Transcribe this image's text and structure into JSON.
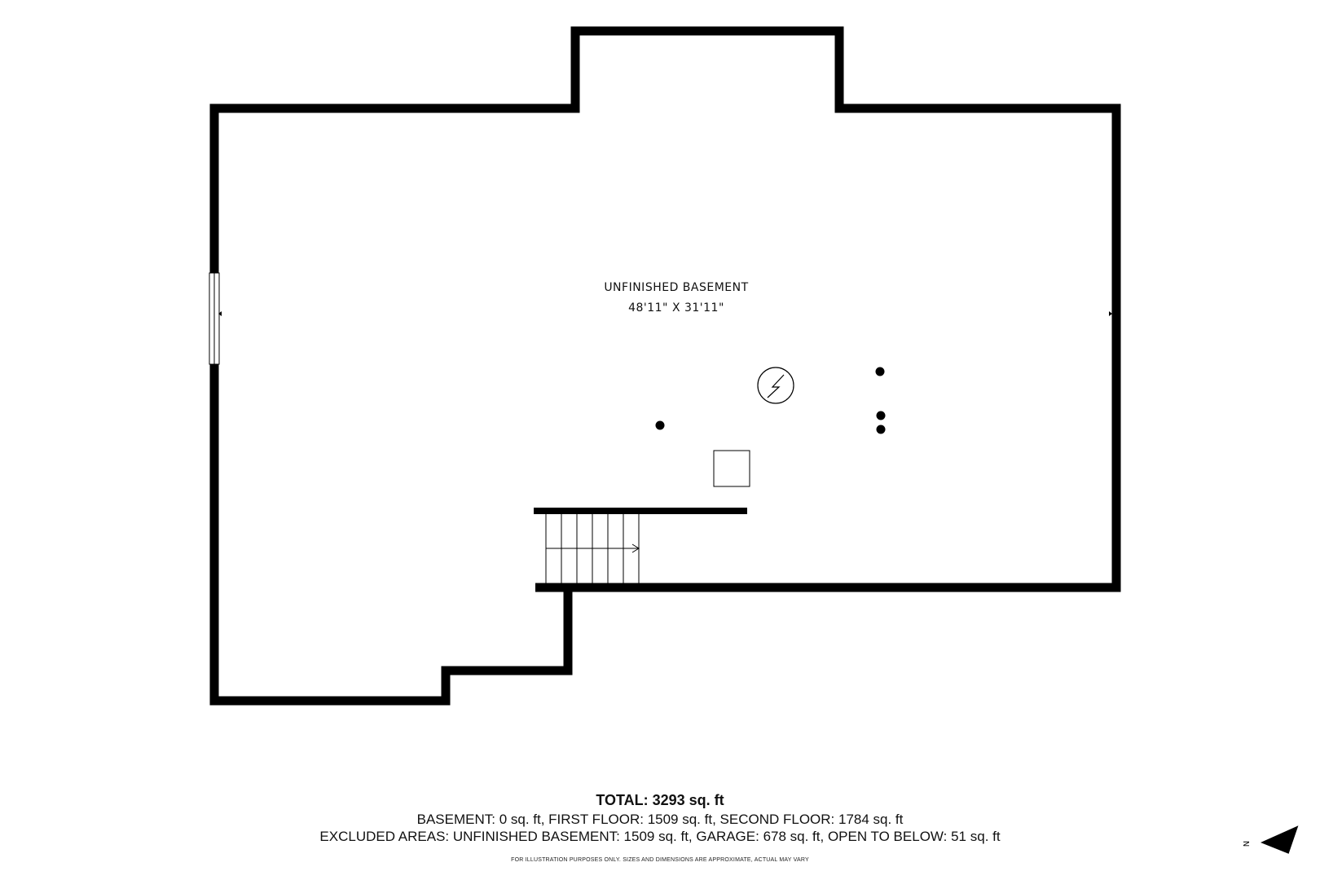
{
  "room": {
    "name": "UNFINISHED BASEMENT",
    "dimensions": "48'11\" X 31'11\""
  },
  "summary": {
    "total": "TOTAL: 3293 sq. ft",
    "floors": "BASEMENT: 0 sq. ft, FIRST FLOOR: 1509 sq. ft, SECOND FLOOR: 1784 sq. ft",
    "excluded": "EXCLUDED AREAS: UNFINISHED BASEMENT: 1509 sq. ft, GARAGE: 678 sq. ft, OPEN TO BELOW: 51 sq. ft"
  },
  "disclaimer": "FOR ILLUSTRATION PURPOSES ONLY. SIZES AND DIMENSIONS ARE APPROXIMATE, ACTUAL MAY VARY",
  "compass": {
    "letter": "N",
    "icon": "north-arrow-icon"
  },
  "colors": {
    "wall": "#000000",
    "background": "#ffffff"
  }
}
